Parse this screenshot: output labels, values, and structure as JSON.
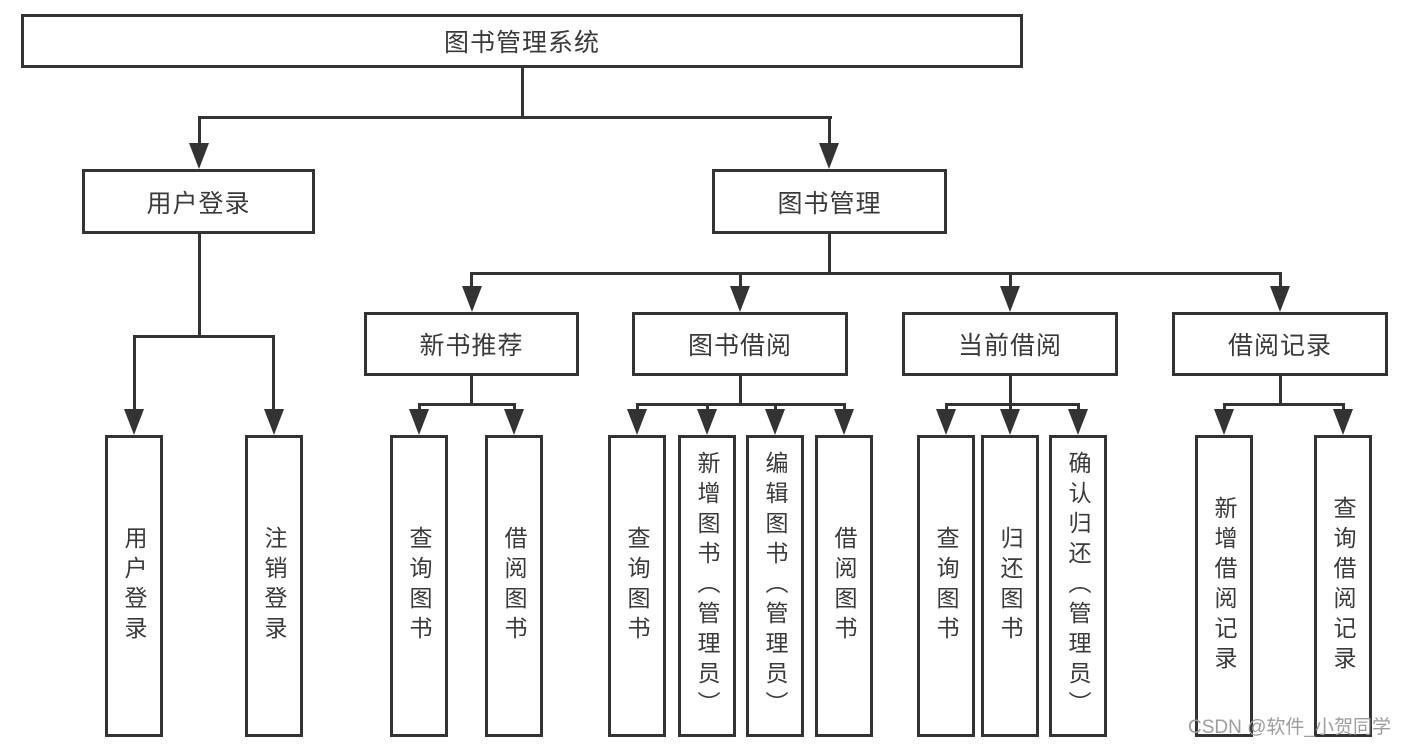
{
  "tree": {
    "root": "图书管理系统",
    "branches": [
      {
        "label": "用户登录",
        "children": [
          "用户登录",
          "注销登录"
        ]
      },
      {
        "label": "图书管理",
        "sections": [
          {
            "label": "新书推荐",
            "children": [
              "查询图书",
              "借阅图书"
            ]
          },
          {
            "label": "图书借阅",
            "children": [
              "查询图书",
              "新增图书（管理员）",
              "编辑图书（管理员）",
              "借阅图书"
            ]
          },
          {
            "label": "当前借阅",
            "children": [
              "查询图书",
              "归还图书",
              "确认归还（管理员）"
            ]
          },
          {
            "label": "借阅记录",
            "children": [
              "新增借阅记录",
              "查询借阅记录"
            ]
          }
        ]
      }
    ]
  },
  "watermark": {
    "text": "CSDN @软件_小贺同学",
    "color": "#9d9d9d"
  },
  "colors": {
    "line": "#333333",
    "text": "#3a3a3a",
    "background": "#ffffff"
  }
}
